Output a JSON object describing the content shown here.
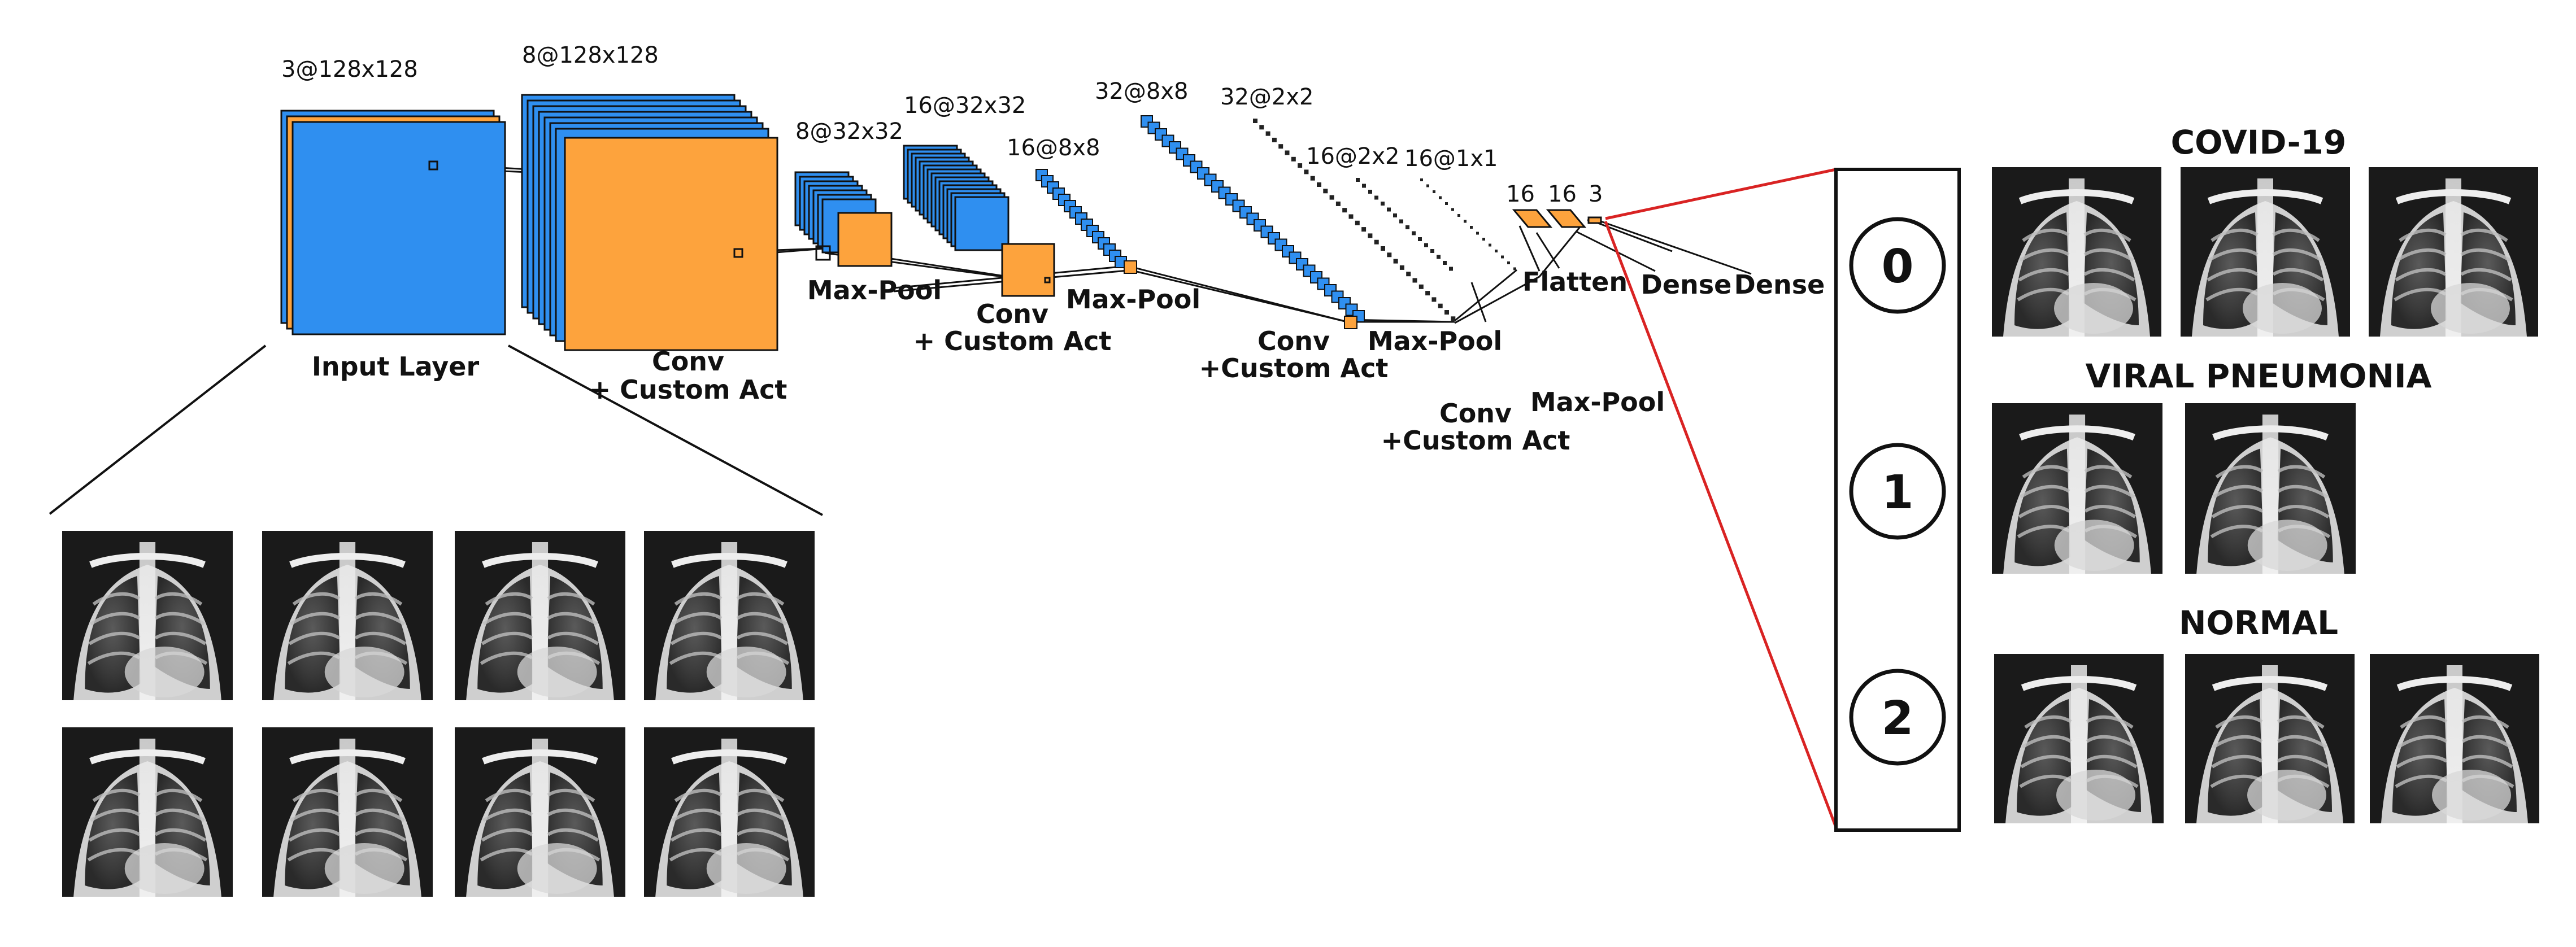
{
  "colors": {
    "blue": "#2f8ff0",
    "orange": "#fda33d",
    "red": "#d92323",
    "line": "#111111"
  },
  "dims": {
    "input": "3@128x128",
    "conv1": "8@128x128",
    "pool1": "8@32x32",
    "conv2": "16@32x32",
    "pool2": "16@8x8",
    "conv3": "32@8x8",
    "pool3": "32@2x2",
    "conv4": "16@2x2",
    "pool4": "16@1x1",
    "flatten": "16",
    "dense1": "16",
    "dense2": "3"
  },
  "labels": {
    "input": "Input Layer",
    "conv_a": "Conv",
    "custom_act_a": "+ Custom Act",
    "maxpool_1": "Max-Pool",
    "conv_b": "Conv",
    "custom_act_b": "+ Custom Act",
    "maxpool_2": "Max-Pool",
    "conv_c": "Conv",
    "custom_act_c": "+Custom Act",
    "maxpool_3": "Max-Pool",
    "conv_d": "Conv",
    "custom_act_d": "+Custom Act",
    "maxpool_4": "Max-Pool",
    "flatten": "Flatten",
    "dense_1": "Dense",
    "dense_2": "Dense"
  },
  "outputs": [
    "0",
    "1",
    "2"
  ],
  "classes": {
    "covid": "COVID-19",
    "viral": "VIRAL PNEUMONIA",
    "normal": "NORMAL"
  },
  "images": {
    "input_samples": 8,
    "covid_samples": 3,
    "viral_samples": 2,
    "normal_samples": 3
  }
}
